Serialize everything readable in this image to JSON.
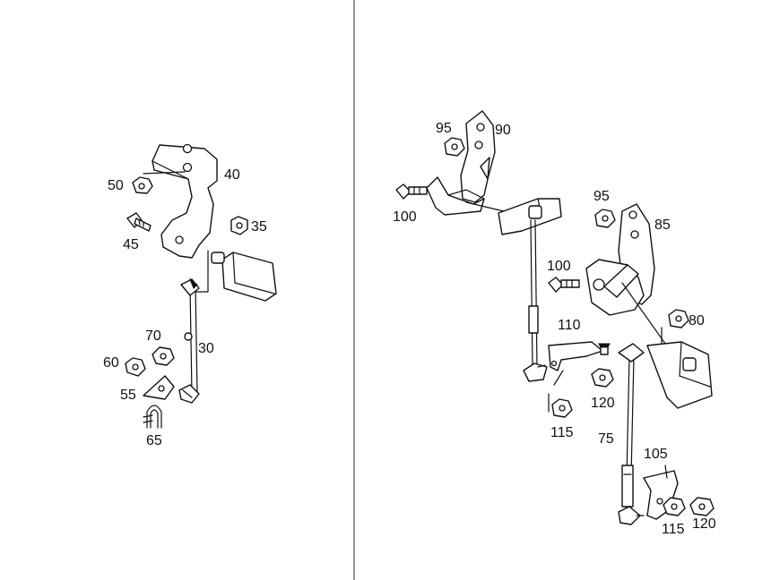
{
  "colors": {
    "ink": "#111111",
    "paper": "#ffffff"
  },
  "left_group": {
    "labels": [
      "40",
      "50",
      "45",
      "35",
      "70",
      "30",
      "60",
      "55",
      "65"
    ]
  },
  "right_group": {
    "labels": [
      "95",
      "90",
      "100",
      "95",
      "85",
      "100",
      "110",
      "80",
      "120",
      "115",
      "75",
      "105",
      "115",
      "120"
    ]
  }
}
